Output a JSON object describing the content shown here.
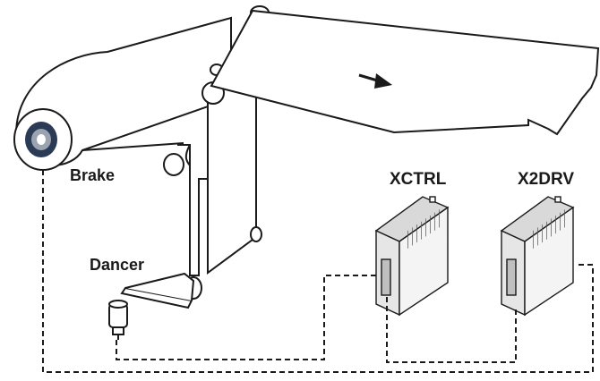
{
  "labels": {
    "brake": "Brake",
    "dancer": "Dancer",
    "controller": "XCTRL",
    "drive": "X2DRV"
  },
  "icons": {
    "web_direction": "arrow-right-icon",
    "brake_hub": "brake-icon"
  },
  "colors": {
    "line": "#1a1a1a",
    "paper": "#ffffff",
    "device_face": "#f4f4f4",
    "device_side": "#d9d9d9",
    "hub": "#2b3a55"
  }
}
